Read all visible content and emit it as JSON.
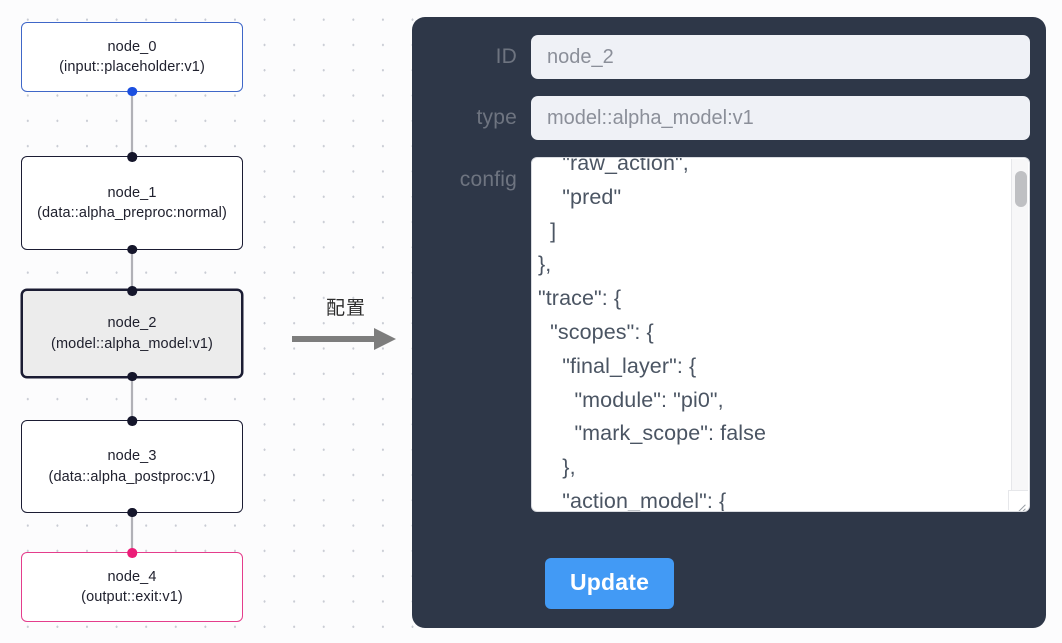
{
  "canvas": {
    "nodes": [
      {
        "id": "node_0",
        "title": "node_0",
        "subtitle": "(input::placeholder:v1)",
        "kind": "input",
        "selected": false
      },
      {
        "id": "node_1",
        "title": "node_1",
        "subtitle": "(data::alpha_preproc:normal)",
        "kind": "default",
        "selected": false
      },
      {
        "id": "node_2",
        "title": "node_2",
        "subtitle": "(model::alpha_model:v1)",
        "kind": "default",
        "selected": true
      },
      {
        "id": "node_3",
        "title": "node_3",
        "subtitle": "(data::alpha_postproc:v1)",
        "kind": "default",
        "selected": false
      },
      {
        "id": "node_4",
        "title": "node_4",
        "subtitle": "(output::exit:v1)",
        "kind": "output",
        "selected": false
      }
    ],
    "annotation": {
      "label": "配置",
      "arrow_icon": "right-arrow-icon"
    }
  },
  "inspector": {
    "fields": {
      "id_label": "ID",
      "id_value": "node_2",
      "type_label": "type",
      "type_value": "model::alpha_model:v1",
      "config_label": "config",
      "config_value": "    \"raw_action\",\n    \"pred\"\n  ]\n},\n\"trace\": {\n  \"scopes\": {\n    \"final_layer\": {\n      \"module\": \"pi0\",\n      \"mark_scope\": false\n    },\n    \"action_model\": {"
    },
    "update_label": "Update",
    "accent_color": "#429af5",
    "panel_color": "#2e3748"
  }
}
